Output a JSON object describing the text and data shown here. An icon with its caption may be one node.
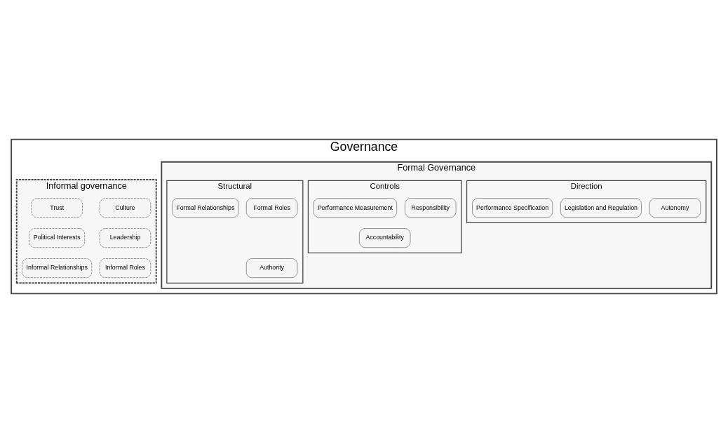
{
  "diagram": {
    "nodes": [
      {
        "text": [
          "Governance"
        ]
      },
      {
        "text": [
          "Formal Governance"
        ],
        "in": 0
      },
      {
        "text": [
          "Direction"
        ],
        "in": 1
      },
      {
        "text": [
          "Autonomy"
        ],
        "in": 2
      },
      {
        "text": [
          "Legislation and Regulation"
        ],
        "in": 2
      },
      {
        "text": [
          "Performance Specification"
        ],
        "in": 2
      },
      {
        "text": [
          "Controls"
        ],
        "in": 1
      },
      {
        "text": [
          "Accountability"
        ],
        "in": 6
      },
      {
        "text": [
          "Responsibility"
        ],
        "in": 6
      },
      {
        "text": [
          "Performance Measurement"
        ],
        "in": 6
      },
      {
        "text": [
          "Structural"
        ],
        "in": 1
      },
      {
        "text": [
          "Authority"
        ],
        "in": 10
      },
      {
        "text": [
          "Formal Roles"
        ],
        "in": 10
      },
      {
        "text": [
          "Formal Relationships"
        ],
        "in": 10
      },
      {
        "text": [
          "Informal governance"
        ],
        "in": 0
      },
      {
        "text": [
          "Culture"
        ],
        "in": 14
      },
      {
        "text": [
          "Trust"
        ],
        "in": 14
      },
      {
        "text": [
          "Leadership"
        ],
        "in": 14
      },
      {
        "text": [
          "Political Interests"
        ],
        "in": 14
      },
      {
        "text": [
          "Informal Roles"
        ],
        "in": 14
      },
      {
        "text": [
          "Informal Relationships"
        ],
        "in": 14
      }
    ],
    "edges": []
  }
}
